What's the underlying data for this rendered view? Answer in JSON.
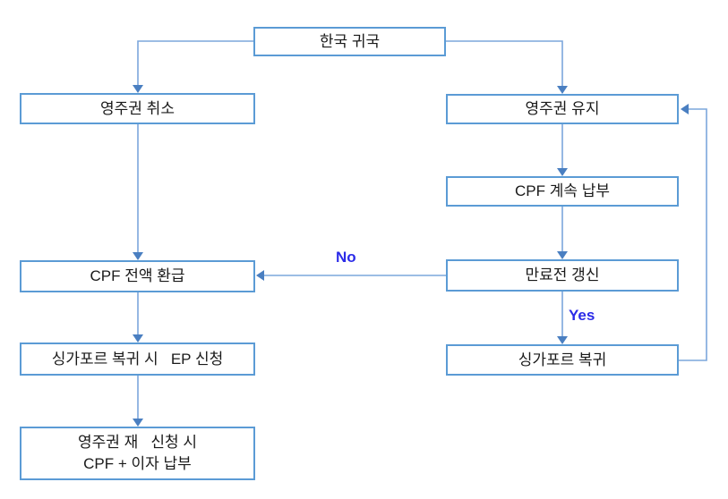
{
  "diagram": {
    "type": "flowchart",
    "nodes": {
      "korea_return": {
        "label": "한국 귀국"
      },
      "pr_cancel": {
        "label": "영주권 취소"
      },
      "pr_keep": {
        "label": "영주권 유지"
      },
      "cpf_continue": {
        "label": "CPF 계속 납부"
      },
      "renew_before_expiry": {
        "label": "만료전 갱신"
      },
      "cpf_refund": {
        "label": "CPF 전액 환급"
      },
      "ep_apply": {
        "label": "싱가포르 복귀 시   EP 신청"
      },
      "sg_return": {
        "label": "싱가포르 복귀"
      },
      "pr_reapply": {
        "label": "영주권 재   신청 시\nCPF + 이자 납부"
      }
    },
    "edge_labels": {
      "no": "No",
      "yes": "Yes"
    },
    "edges": [
      {
        "from": "한국 귀국",
        "to": "영주권 취소",
        "label": ""
      },
      {
        "from": "한국 귀국",
        "to": "영주권 유지",
        "label": ""
      },
      {
        "from": "영주권 취소",
        "to": "CPF 전액 환급",
        "label": ""
      },
      {
        "from": "영주권 유지",
        "to": "CPF 계속 납부",
        "label": ""
      },
      {
        "from": "CPF 계속 납부",
        "to": "만료전 갱신",
        "label": ""
      },
      {
        "from": "만료전 갱신",
        "to": "CPF 전액 환급",
        "label": "No"
      },
      {
        "from": "만료전 갱신",
        "to": "싱가포르 복귀",
        "label": "Yes"
      },
      {
        "from": "싱가포르 복귀",
        "to": "영주권 유지",
        "label": ""
      },
      {
        "from": "CPF 전액 환급",
        "to": "싱가포르 복귀 시 EP 신청",
        "label": ""
      },
      {
        "from": "싱가포르 복귀 시 EP 신청",
        "to": "영주권 재 신청 시 CPF + 이자 납부",
        "label": ""
      }
    ],
    "colors": {
      "box_border": "#5B9BD5",
      "connector_line": "#7CA7DC",
      "arrowhead": "#4A7FC1",
      "edge_label_text": "#2B2BE8",
      "node_text": "#1A1A1A",
      "background": "#FFFFFF"
    }
  }
}
